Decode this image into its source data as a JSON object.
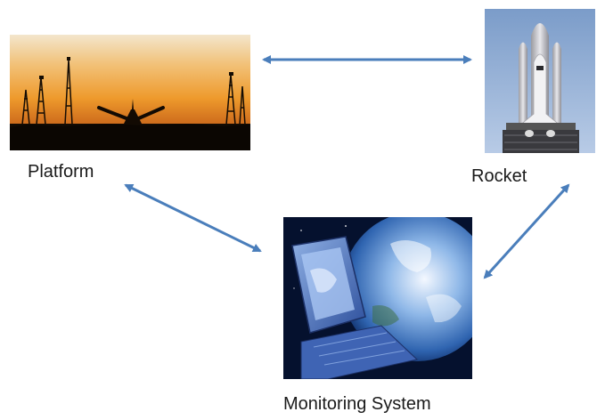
{
  "diagram": {
    "nodes": [
      {
        "id": "platform",
        "label": "Platform",
        "image": "launch-platform-at-sunset"
      },
      {
        "id": "rocket",
        "label": "Rocket",
        "image": "space-shuttle-on-launch-pad"
      },
      {
        "id": "monitoring",
        "label": "Monitoring System",
        "image": "computer-and-earth"
      }
    ],
    "edges": [
      {
        "from": "platform",
        "to": "rocket",
        "style": "double-arrow"
      },
      {
        "from": "platform",
        "to": "monitoring",
        "style": "double-arrow"
      },
      {
        "from": "rocket",
        "to": "monitoring",
        "style": "double-arrow"
      }
    ],
    "arrow_color": "#4a7ebb"
  }
}
